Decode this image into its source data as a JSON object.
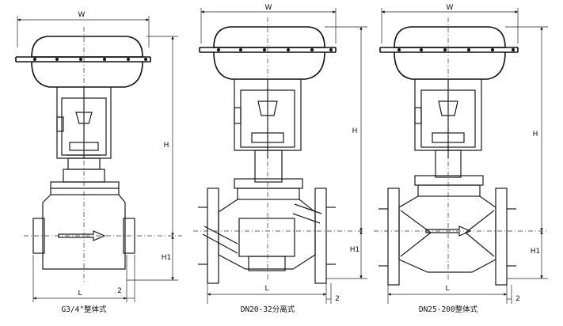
{
  "drawings": [
    {
      "id": "left",
      "caption": "G3/4\"整体式",
      "labels": {
        "width": "W",
        "height": "H",
        "lower_height": "H1",
        "length": "L",
        "gap": "2"
      }
    },
    {
      "id": "middle",
      "caption": "DN20-32分离式",
      "labels": {
        "width": "W",
        "height": "H",
        "lower_height": "H1",
        "length": "L",
        "gap": "2"
      }
    },
    {
      "id": "right",
      "caption": "DN25-200整体式",
      "labels": {
        "width": "W",
        "height": "H",
        "lower_height": "H1",
        "length": "L",
        "gap": "2"
      }
    }
  ]
}
